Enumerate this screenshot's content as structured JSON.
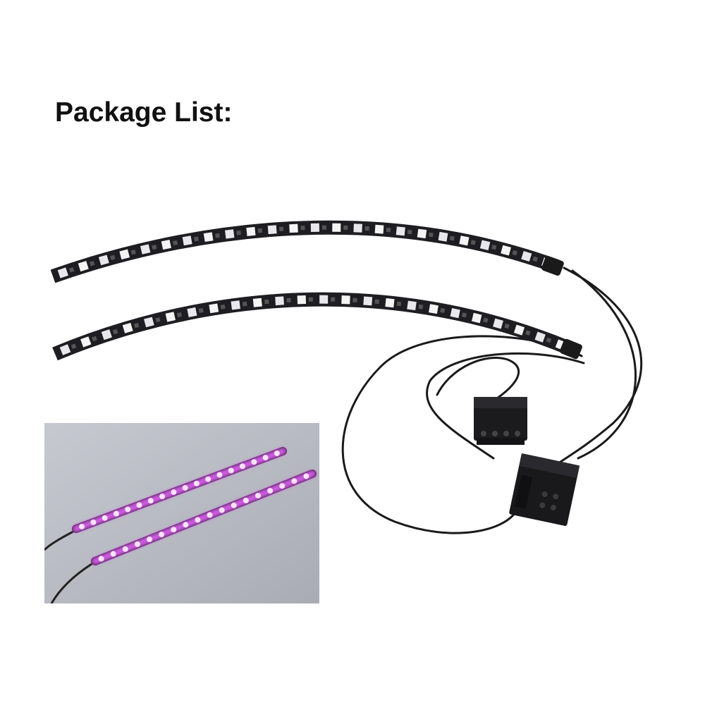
{
  "heading": "Package List:",
  "colors": {
    "background": "#ffffff",
    "strip": "#1e1e22",
    "cable": "#1a1a1a",
    "led_glow": "#d94ff0",
    "inset_background": "#b9bcc4"
  },
  "items": {
    "led_strips": 2,
    "molex_connectors": 2,
    "lit_strips_in_inset": 2
  },
  "led_glow_color_name": "purple"
}
